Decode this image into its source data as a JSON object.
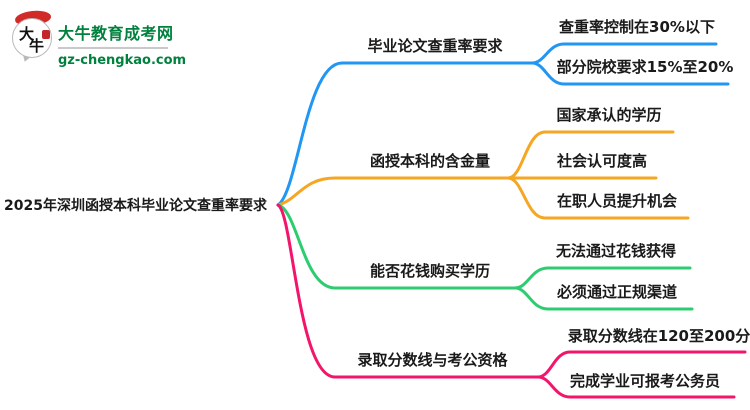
{
  "logo": {
    "icon_text_top": "大",
    "icon_text_bottom": "牛",
    "site_name": "大牛教育成考网",
    "site_domain": "gz-chengkao.com",
    "brand_green": "#00813e",
    "brand_red": "#d22a26"
  },
  "colors": {
    "text": "#1a1a1a",
    "branch1": "#2196f3",
    "branch2": "#f5a623",
    "branch3": "#2ecc71",
    "branch4": "#f3146b"
  },
  "mindmap": {
    "root": {
      "label": "2025年深圳函授本科毕业论文查重率要求"
    },
    "branches": [
      {
        "label": "毕业论文查重率要求",
        "color": "#2196f3",
        "children": [
          "查重率控制在30%以下",
          "部分院校要求15%至20%"
        ]
      },
      {
        "label": "函授本科的含金量",
        "color": "#f5a623",
        "children": [
          "国家承认的学历",
          "社会认可度高",
          "在职人员提升机会"
        ]
      },
      {
        "label": "能否花钱购买学历",
        "color": "#2ecc71",
        "children": [
          "无法通过花钱获得",
          "必须通过正规渠道"
        ]
      },
      {
        "label": "录取分数线与考公资格",
        "color": "#f3146b",
        "children": [
          "录取分数线在120至200分",
          "完成学业可报考公务员"
        ]
      }
    ]
  }
}
